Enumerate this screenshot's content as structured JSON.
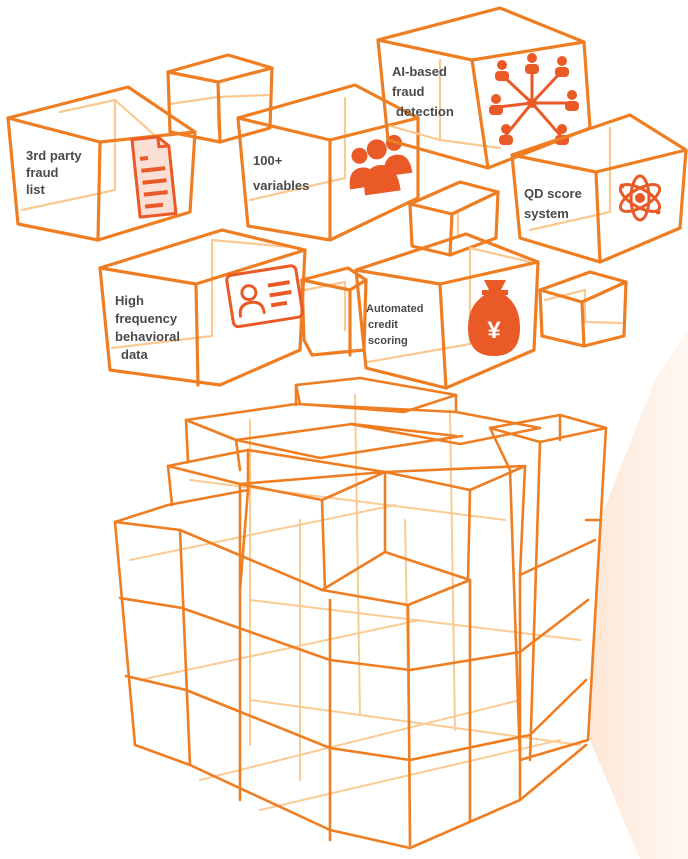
{
  "colors": {
    "edge": "#ef7d22",
    "edge_back": "#fbc98f",
    "icon": "#ea5a27",
    "text": "#4a4a4a",
    "glow": "#fde6d6"
  },
  "features": [
    {
      "id": "fraud-list",
      "icon": "document-icon",
      "lines": [
        "3rd party",
        "fraud",
        "list"
      ]
    },
    {
      "id": "variables",
      "icon": "people-group-icon",
      "lines": [
        "100+",
        "variables"
      ]
    },
    {
      "id": "ai",
      "icon": "network-people-icon",
      "lines": [
        "AI-based",
        "fraud",
        "detection"
      ]
    },
    {
      "id": "qd",
      "icon": "atom-icon",
      "lines": [
        "QD score",
        "system"
      ]
    },
    {
      "id": "behavioral",
      "icon": "id-card-icon",
      "lines": [
        "High",
        "frequency",
        "behavioral",
        "data"
      ]
    },
    {
      "id": "credit",
      "icon": "money-bag-icon",
      "lines": [
        "Automated",
        "credit",
        "scoring"
      ]
    }
  ],
  "money_symbol": "¥"
}
